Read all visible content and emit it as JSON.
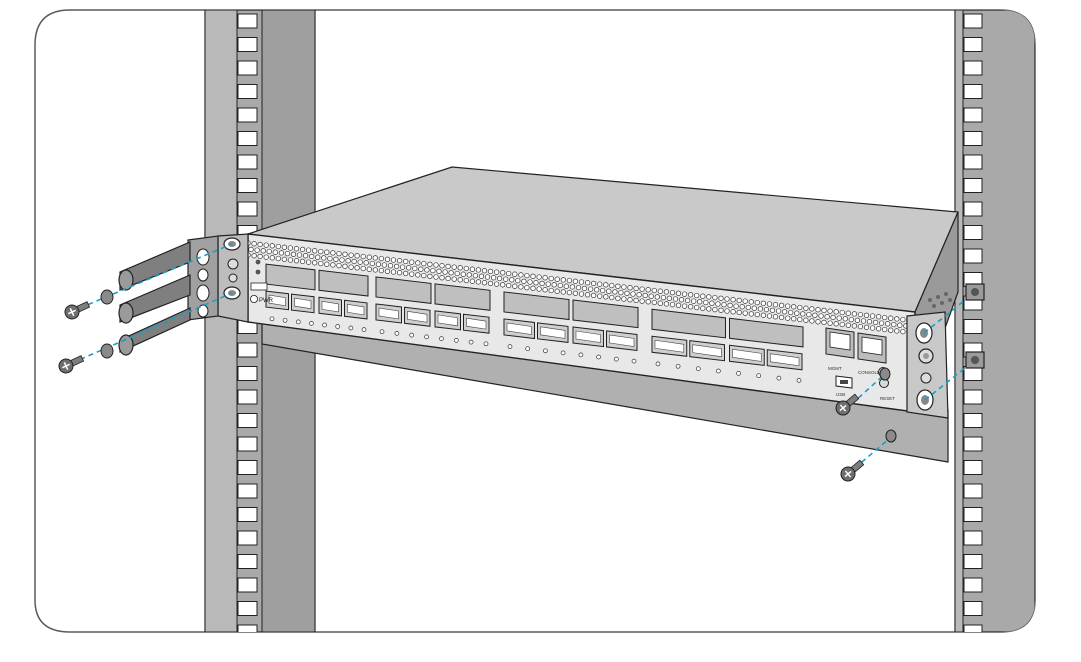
{
  "figure": {
    "subject": "rack-mount installation diagram",
    "front_panel": {
      "label_left_pwr": "PWR",
      "label_mgmt_1": "MGMT",
      "label_mgmt_2": "CONSOLE",
      "label_usb": "USB",
      "label_reset": "RESET"
    },
    "colors": {
      "frame_stroke": "#5a5a5a",
      "panel_bg": "#f0f0f0",
      "rail": "#a9a9a9",
      "rail_light": "#b5b5b5",
      "chassis_top": "#c9c9c9",
      "chassis_front": "#e6e6e6",
      "bracket": "#8d8d8d",
      "guide_line": "#1a9fc4",
      "screw": "#6e6e6e",
      "outline": "#222222"
    }
  }
}
